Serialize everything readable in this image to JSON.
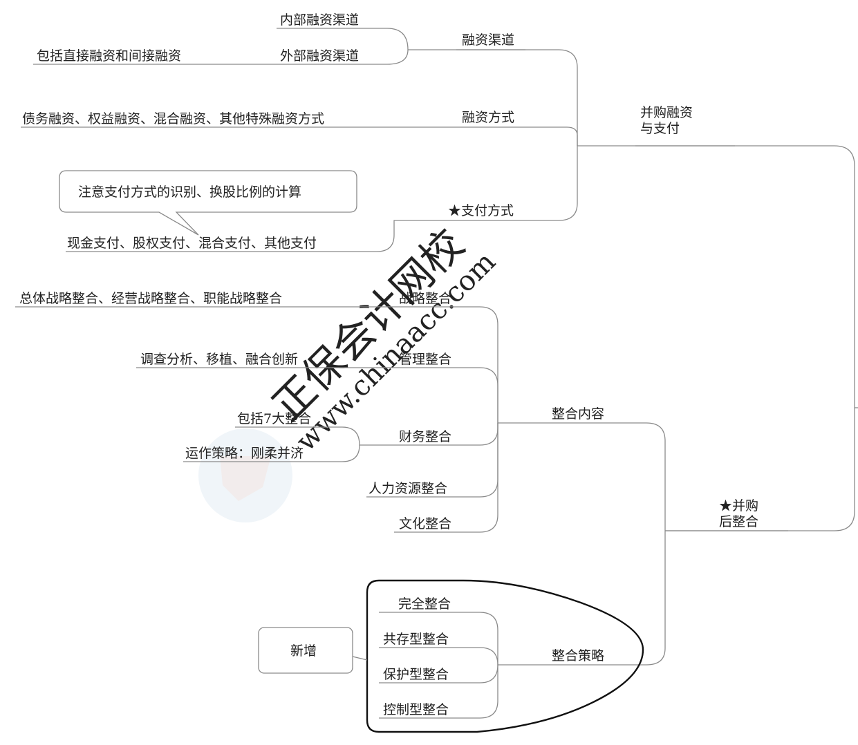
{
  "watermark": {
    "line1": "正保会计网校",
    "line2": "www.chinaacc.com"
  },
  "financing": {
    "label_line1": "并购融资",
    "label_line2": "与支付",
    "channels": {
      "label": "融资渠道",
      "internal": "内部融资渠道",
      "external": "外部融资渠道",
      "external_note": "包括直接融资和间接融资"
    },
    "methods": {
      "label": "融资方式",
      "detail": "债务融资、权益融资、混合融资、其他特殊融资方式"
    },
    "payment": {
      "label": "★支付方式",
      "detail": "现金支付、股权支付、混合支付、其他支付",
      "callout": "注意支付方式的识别、换股比例的计算"
    }
  },
  "integration": {
    "label_line1": "★并购",
    "label_line2": "后整合",
    "content": {
      "label": "整合内容",
      "strategy": {
        "label": "战略整合",
        "detail": "总体战略整合、经营战略整合、职能战略整合"
      },
      "management": {
        "label": "管理整合",
        "detail": "调查分析、移植、融合创新"
      },
      "finance": {
        "label": "财务整合",
        "detail1": "包括7大整合",
        "detail2": "运作策略：刚柔并济"
      },
      "hr": {
        "label": "人力资源整合"
      },
      "culture": {
        "label": "文化整合"
      }
    },
    "strategies": {
      "label": "整合策略",
      "new_tag": "新增",
      "items": [
        "完全整合",
        "共存型整合",
        "保护型整合",
        "控制型整合"
      ]
    }
  }
}
